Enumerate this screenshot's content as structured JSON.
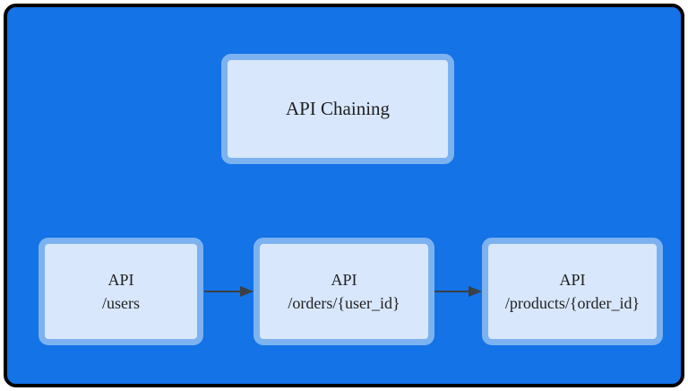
{
  "diagram": {
    "title": "API Chaining",
    "nodes": [
      {
        "id": "users",
        "line1": "API",
        "line2": "/users"
      },
      {
        "id": "orders",
        "line1": "API",
        "line2": "/orders/{user_id}"
      },
      {
        "id": "products",
        "line1": "API",
        "line2": "/products/{order_id}"
      }
    ],
    "arrows": [
      {
        "from": "users",
        "to": "orders"
      },
      {
        "from": "orders",
        "to": "products"
      }
    ],
    "colors": {
      "background": "#1373e7",
      "node_fill": "#d8e7fc",
      "node_border": "#7db2f0",
      "outer_border": "#000000",
      "arrow": "#3a4045",
      "text": "#1f1f1f"
    }
  }
}
